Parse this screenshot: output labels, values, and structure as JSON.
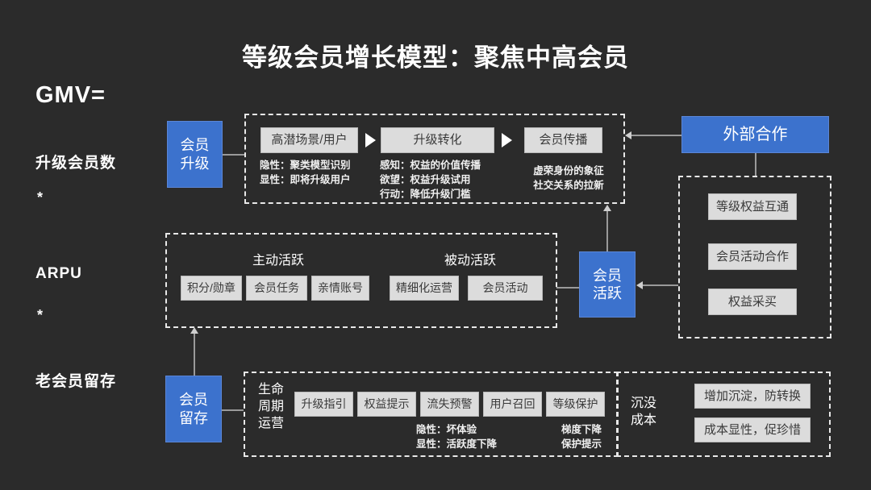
{
  "slide": {
    "title": "等级会员增长模型：聚焦中高会员",
    "background_color": "#2b2b2b",
    "accent_color": "#3c72cd",
    "chip_color": "#dcdcdc"
  },
  "formula": {
    "gmv": "GMV=",
    "term1": "升级会员数",
    "op1": "*",
    "term2": "ARPU",
    "op2": "*",
    "term3": "老会员留存"
  },
  "nodes": {
    "upgrade": "会员\n升级",
    "active": "会员\n活跃",
    "retention": "会员\n留存",
    "external": "外部合作"
  },
  "upgrade_flow": {
    "steps": [
      {
        "label": "高潜场景/用户",
        "notes": "隐性：聚类模型识别\n显性：即将升级用户"
      },
      {
        "label": "升级转化",
        "notes": "感知：权益的价值传播\n欲望：权益升级试用\n行动：降低升级门槛"
      },
      {
        "label": "会员传播",
        "notes": "虚荣身份的象征\n社交关系的拉新"
      }
    ]
  },
  "active_groups": [
    {
      "heading": "主动活跃",
      "chips": [
        "积分/勋章",
        "会员任务",
        "亲情账号"
      ]
    },
    {
      "heading": "被动活跃",
      "chips": [
        "精细化运营",
        "会员活动"
      ]
    }
  ],
  "external_items": [
    "等级权益互通",
    "会员活动合作",
    "权益采买"
  ],
  "retention": {
    "lifecycle_label": "生命\n周期\n运营",
    "chips": [
      "升级指引",
      "权益提示",
      "流失预警",
      "用户召回",
      "等级保护"
    ],
    "note_loss": "隐性：坏体验\n显性：活跃度下降",
    "note_protect": "梯度下降\n保护提示",
    "sunk_label": "沉没\n成本",
    "sunk_items": [
      "增加沉淀，防转换",
      "成本显性，促珍惜"
    ]
  }
}
